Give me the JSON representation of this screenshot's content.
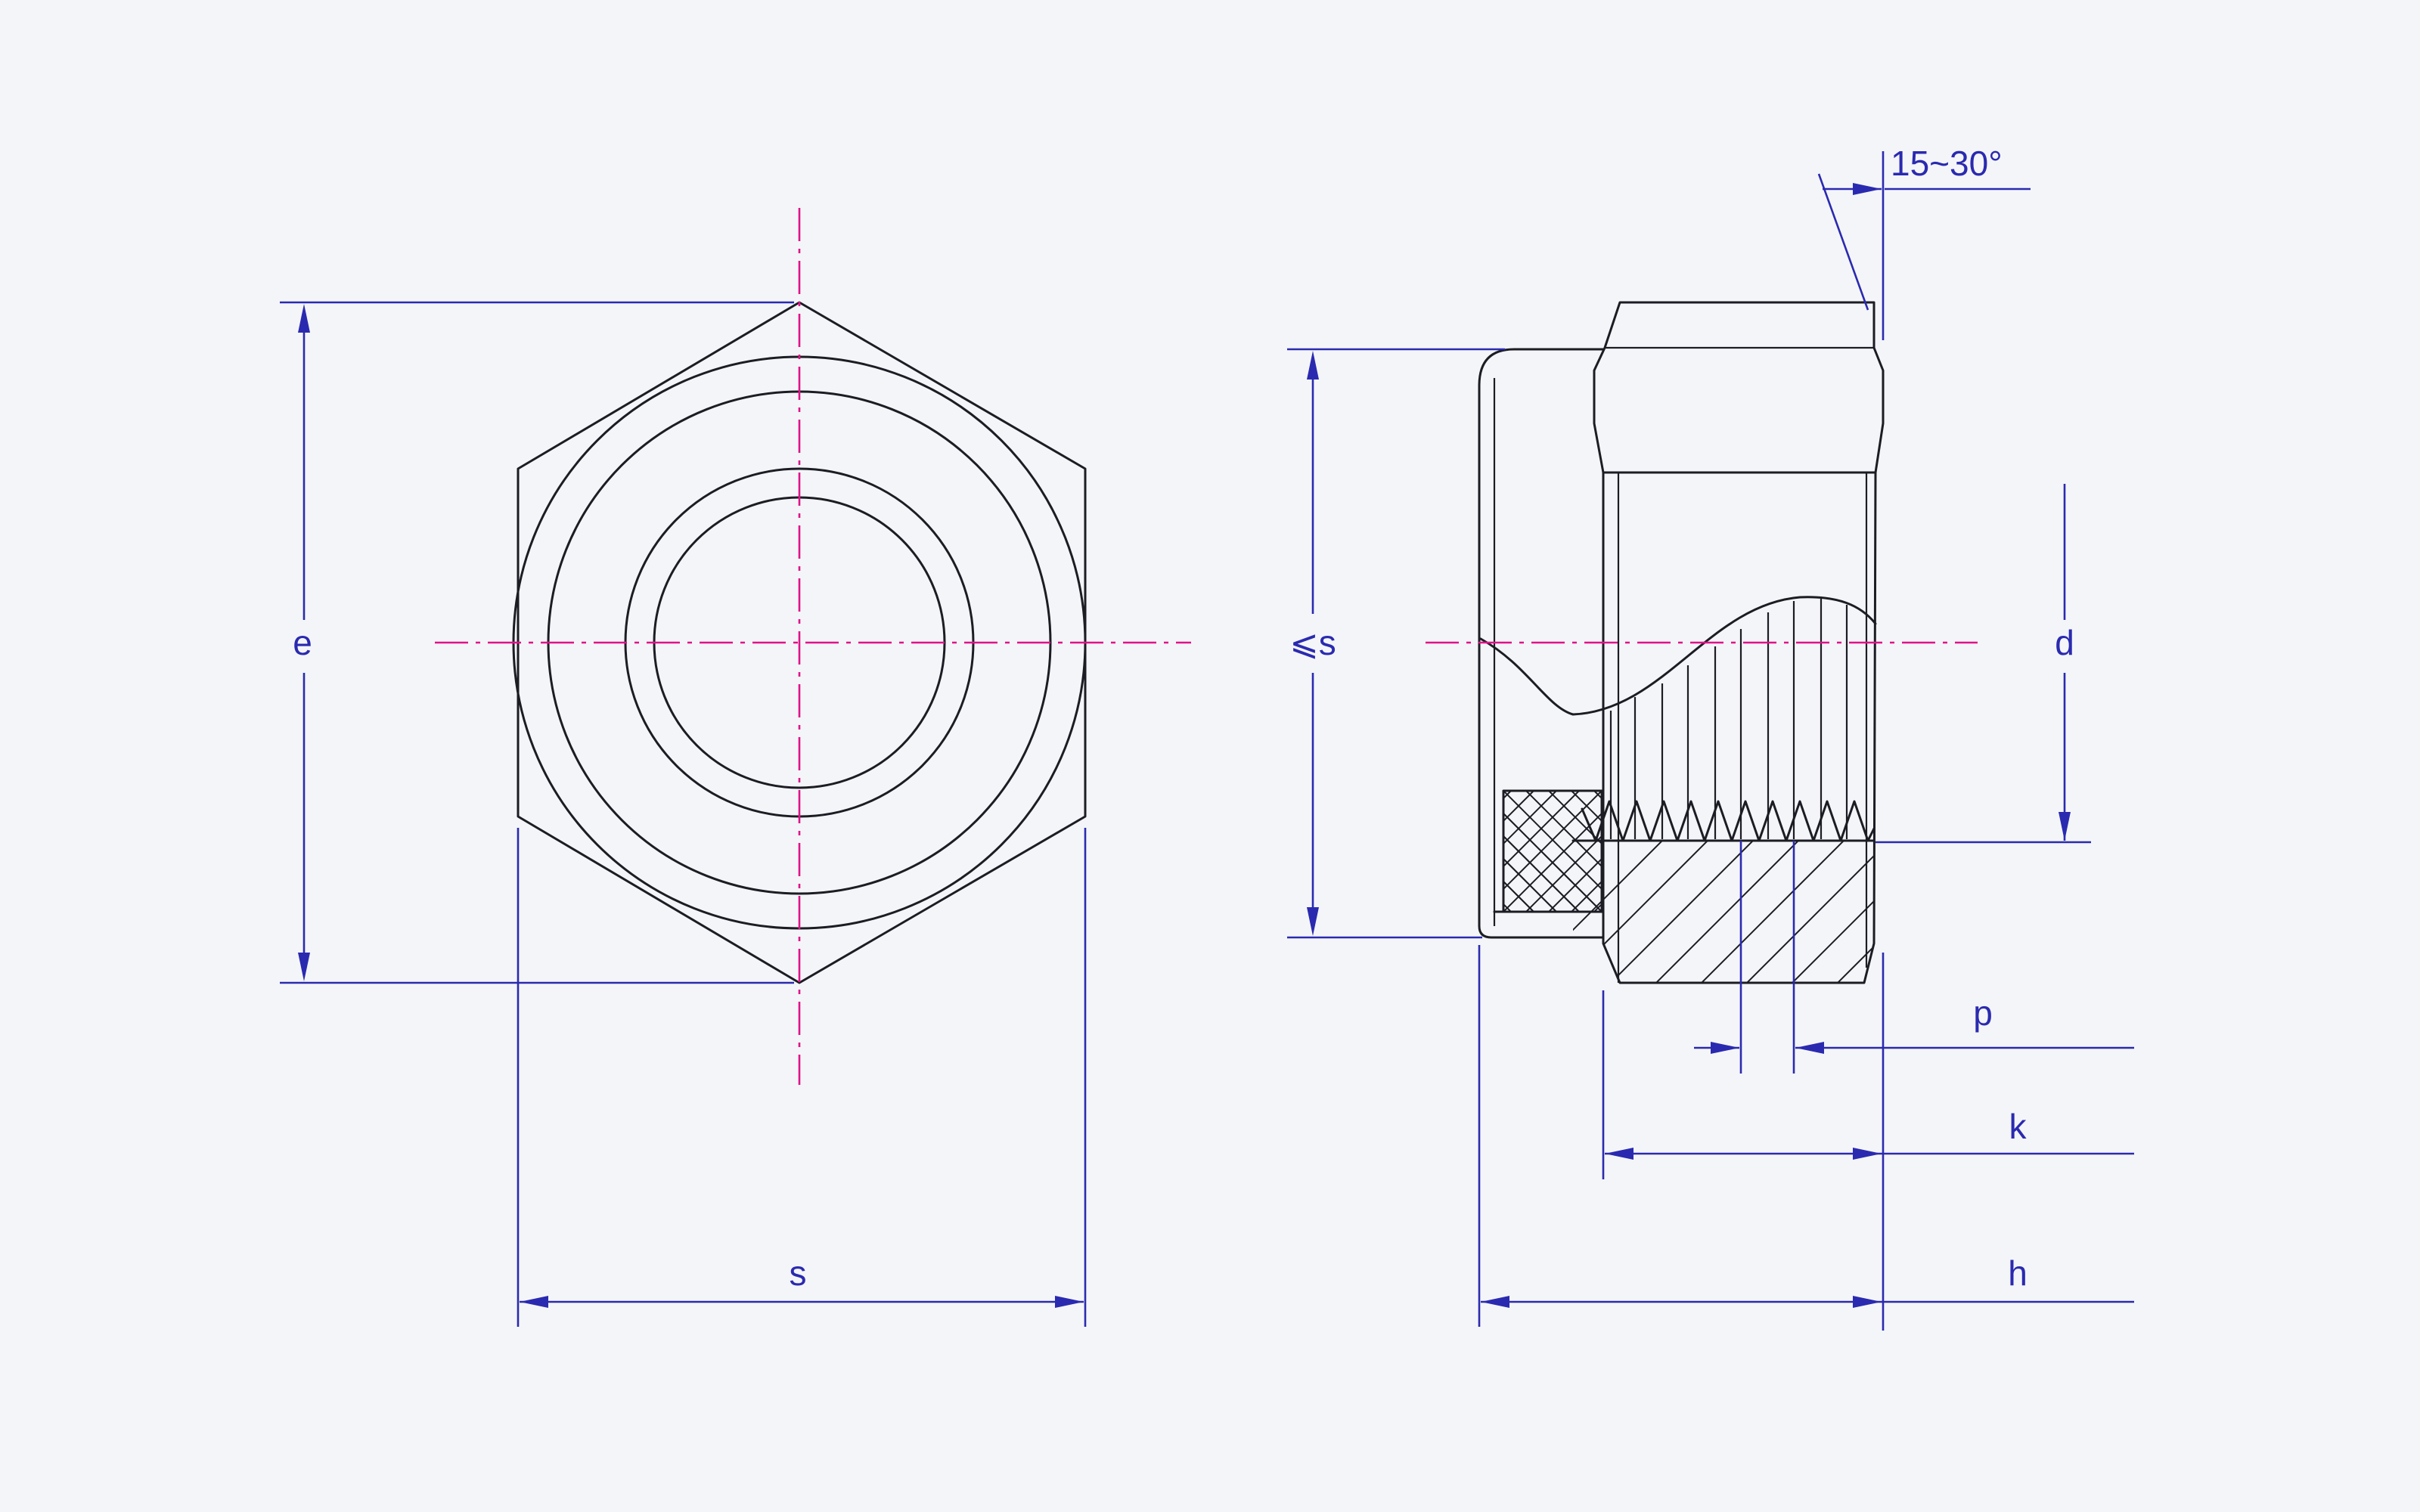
{
  "dimensions": {
    "e": "e",
    "s_front": "s",
    "s_side": "⩽s",
    "d": "d",
    "p": "p",
    "k": "k",
    "h": "h",
    "angle": "15~30°"
  },
  "colors": {
    "object_line": "#1c1c24",
    "dimension_line": "#2a2ab0",
    "center_line": "#e0128a",
    "background": "#f4f5f8"
  }
}
